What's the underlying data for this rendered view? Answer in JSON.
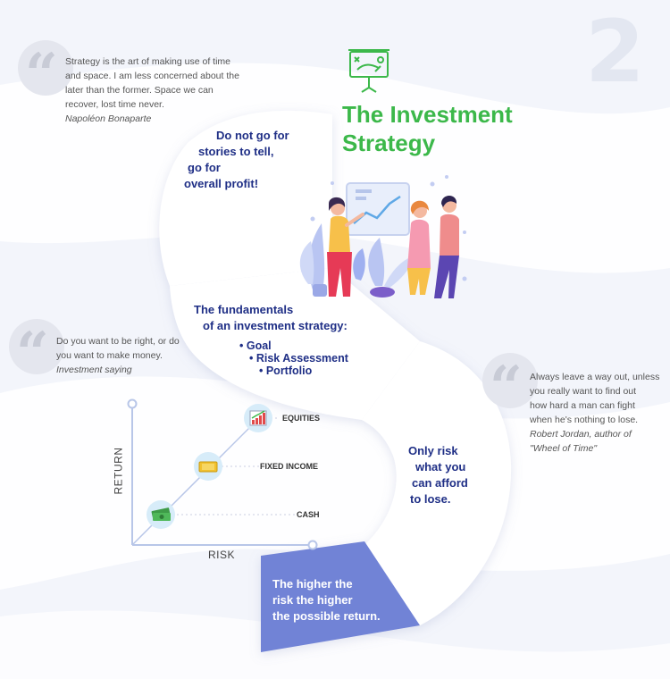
{
  "page_number": "2",
  "title_line1": "The Investment",
  "title_line2": "Strategy",
  "quotes": [
    {
      "lines": [
        "Strategy is the art of making use of time",
        "and space. I am less concerned about the",
        "later than the former. Space we can",
        "recover, lost time never."
      ],
      "author": "Napoléon Bonaparte"
    },
    {
      "lines": [
        "Do you want to be right, or do",
        "you want to make money."
      ],
      "author": "Investment saying"
    },
    {
      "lines": [
        "Always leave a way out, unless",
        "you really want to find out",
        "how hard a man can fight",
        "when he's nothing to lose."
      ],
      "author_lines": [
        "Robert Jordan, author of",
        "\"Wheel of Time\""
      ]
    }
  ],
  "segments": {
    "top": [
      "Do not go for",
      "stories to tell,",
      "go for",
      "overall profit!"
    ],
    "middle_heading": [
      "The fundamentals",
      "of an investment strategy:"
    ],
    "middle_bullets": [
      "• Goal",
      "• Risk Assessment",
      "• Portfolio"
    ],
    "right": [
      "Only risk",
      "what you",
      "can afford",
      "to lose."
    ],
    "bottom": [
      "The higher the",
      "risk the higher",
      "the possible return."
    ]
  },
  "chart": {
    "x_axis_label": "RISK",
    "y_axis_label": "RETURN",
    "levels": [
      {
        "label": "EQUITIES",
        "icon": "growth-chart-icon"
      },
      {
        "label": "FIXED INCOME",
        "icon": "gold-bar-icon"
      },
      {
        "label": "CASH",
        "icon": "cash-stack-icon"
      }
    ]
  },
  "colors": {
    "accent_green": "#3cb84a",
    "text_navy": "#1f2f86",
    "highlight_blue": "#7183d6",
    "background": "#f3f5fb"
  }
}
